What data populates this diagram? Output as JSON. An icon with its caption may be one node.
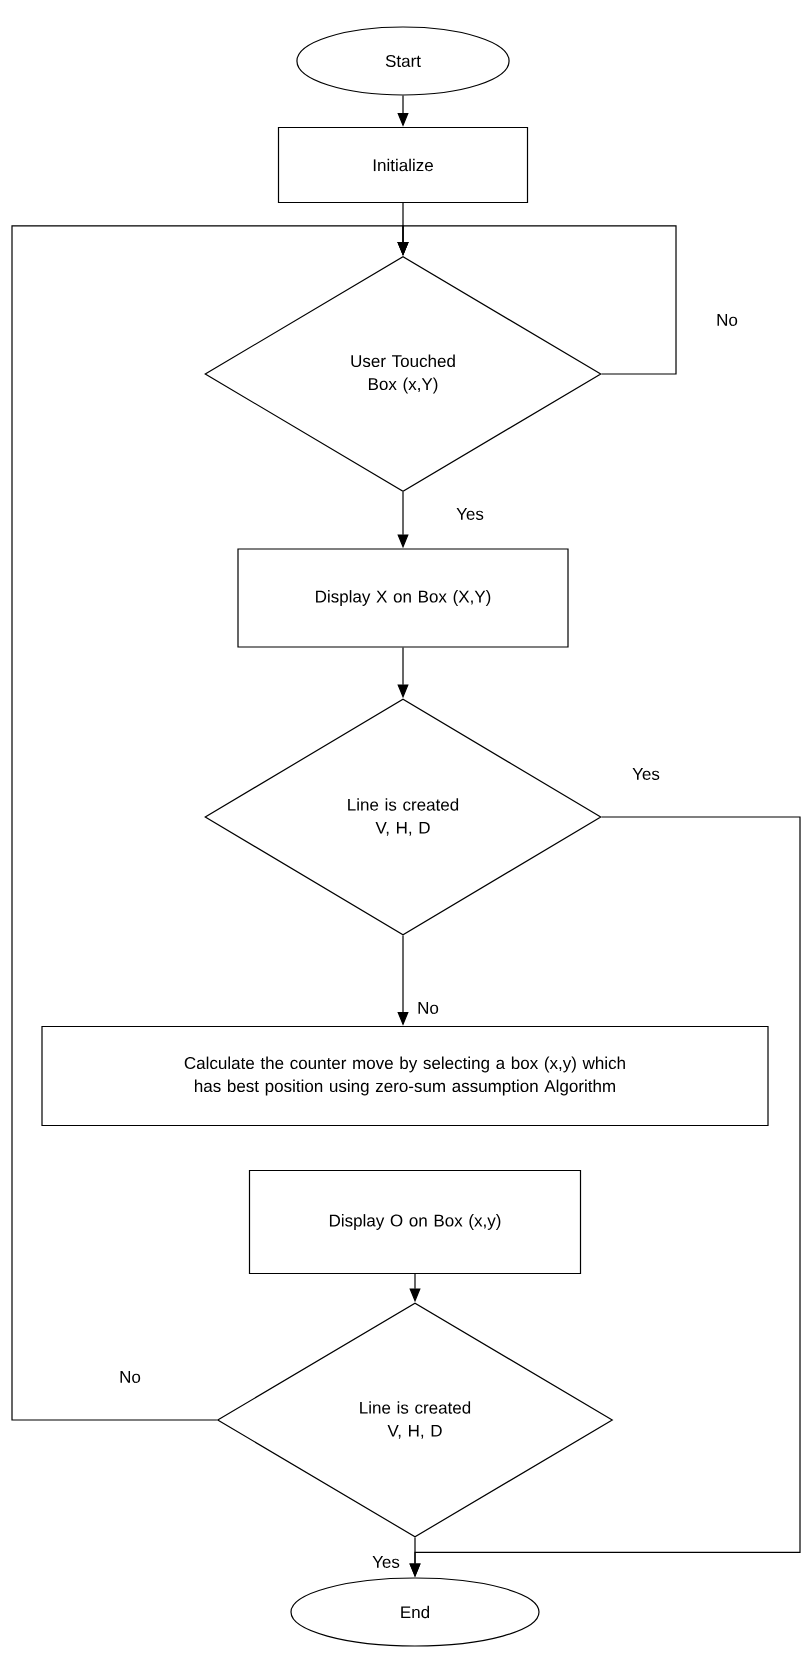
{
  "diagram": {
    "nodes": [
      {
        "text": [
          "Start"
        ]
      },
      {
        "text": [
          "Initialize"
        ]
      },
      {
        "text": [
          "User Touched Box (x,Y)"
        ]
      },
      {
        "text": [
          "Display X on Box (X,Y)"
        ]
      },
      {
        "text": [
          "Line is created",
          "V, H, D"
        ]
      },
      {
        "text": [
          "Calculate the counter move by selecting a box (x,y) which has best position using zero-sum assumption  Algorithm"
        ]
      },
      {
        "text": [
          "Display O on Box (x,y)"
        ]
      },
      {
        "text": [
          "Line is created",
          "V, H, D"
        ]
      },
      {
        "text": [
          "End"
        ]
      }
    ],
    "edges": [
      {
        "from": 0,
        "to": 1,
        "arrow": "to"
      },
      {
        "from": 1,
        "to": 2,
        "arrow": "to"
      },
      {
        "from": 2,
        "to": 3,
        "arrow": "to",
        "label": "Yes"
      },
      {
        "from": 2,
        "to": 2,
        "arrow": "to",
        "label": "No"
      },
      {
        "from": 3,
        "to": 4,
        "arrow": "to"
      },
      {
        "from": 4,
        "to": 8,
        "arrow": "to",
        "label": "Yes"
      },
      {
        "from": 4,
        "to": 5,
        "arrow": "to",
        "label": "No"
      },
      {
        "from": 6,
        "to": 7,
        "arrow": "to"
      },
      {
        "from": 7,
        "to": 8,
        "arrow": "to",
        "label": "Yes"
      },
      {
        "from": 7,
        "to": 2,
        "arrow": "to",
        "label": "No"
      }
    ]
  }
}
